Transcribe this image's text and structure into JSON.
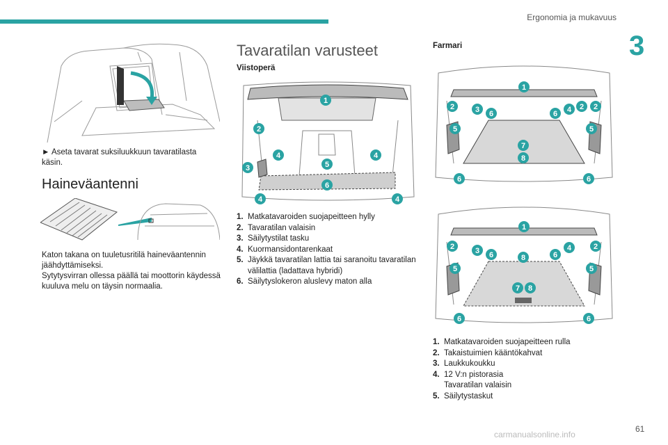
{
  "header": {
    "title": "Ergonomia ja mukavuus",
    "chapter": "3"
  },
  "left": {
    "ski_caption": "► Aseta tavarat suksiluukkuun tavaratilasta käsin.",
    "antenna_heading": "Haineväantenni",
    "antenna_text_1": "Katon takana on tuuletusritilä haineväantennin jäähdyttämiseksi.",
    "antenna_text_2": "Sytytysvirran ollessa päällä tai moottorin käydessä kuuluva melu on täysin normaalia."
  },
  "middle": {
    "heading": "Tavaratilan varusteet",
    "subheading": "Viistoperä",
    "diagram_badges": [
      "1",
      "2",
      "3",
      "4",
      "4",
      "5",
      "6",
      "4",
      "4"
    ],
    "items": [
      {
        "num": "1.",
        "text": "Matkatavaroiden suojapeitteen hylly"
      },
      {
        "num": "2.",
        "text": "Tavaratilan valaisin"
      },
      {
        "num": "3.",
        "text": "Säilytystilat tasku"
      },
      {
        "num": "4.",
        "text": "Kuormansidontarenkaat"
      },
      {
        "num": "5.",
        "text": "Jäykkä tavaratilan lattia tai saranoitu tavaratilan välilattia (ladattava hybridi)"
      },
      {
        "num": "6.",
        "text": "Säilytyslokeron aluslevy maton alla"
      }
    ]
  },
  "right": {
    "subheading": "Farmari",
    "diagram1_badges": [
      "1",
      "2",
      "2",
      "3",
      "6",
      "6",
      "4",
      "2",
      "5",
      "5",
      "7",
      "8",
      "6",
      "6"
    ],
    "diagram2_badges": [
      "1",
      "2",
      "3",
      "6",
      "8",
      "6",
      "4",
      "2",
      "5",
      "5",
      "7",
      "8",
      "6",
      "6"
    ],
    "items": [
      {
        "num": "1.",
        "text": "Matkatavaroiden suojapeitteen rulla"
      },
      {
        "num": "2.",
        "text": "Takaistuimien kääntökahvat"
      },
      {
        "num": "3.",
        "text": "Laukkukoukku"
      },
      {
        "num": "4.",
        "text": "12 V:n pistorasia",
        "cont": "Tavaratilan valaisin"
      },
      {
        "num": "5.",
        "text": "Säilytystaskut"
      }
    ]
  },
  "footer": {
    "page": "61",
    "watermark": "carmanualsonline.info"
  }
}
